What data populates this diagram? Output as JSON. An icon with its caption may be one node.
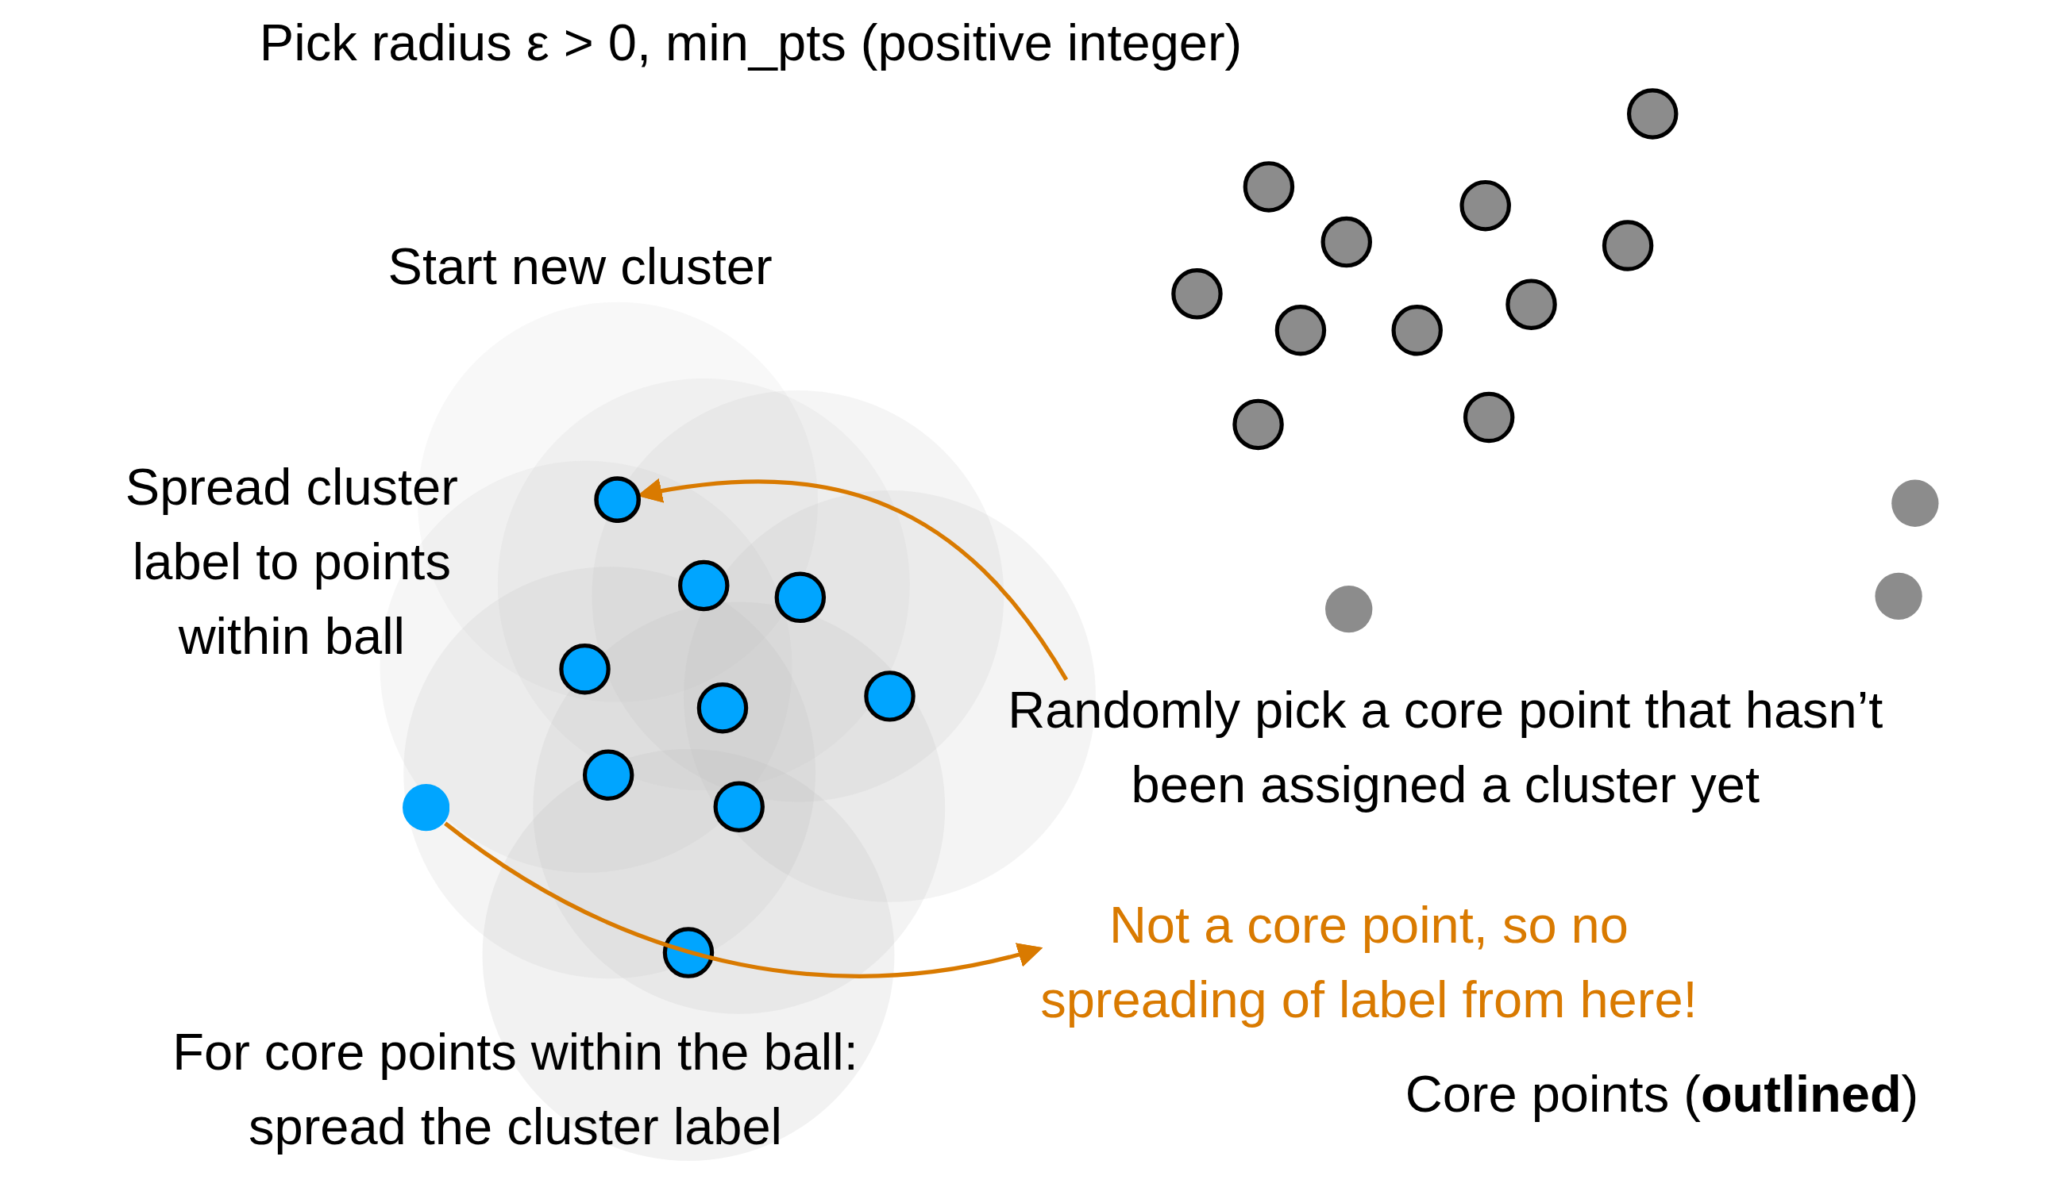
{
  "diagram": {
    "nodes": [
      {
        "text": [
          "Randomly pick a core point that hasn’t been assigned a cluster yet"
        ]
      },
      {
        "text": [],
        "shape": "circle"
      },
      {
        "text": [],
        "shape": "circle"
      },
      {
        "text": [
          "Not a core point, so no spreading of label from here!"
        ]
      }
    ],
    "edges": [
      {
        "from": 0,
        "to": 1,
        "arrow": "to"
      },
      {
        "from": 2,
        "to": 3,
        "arrow": "to"
      }
    ],
    "labels": [
      "Pick radius ε > 0, min_pts (positive integer)",
      "Start new cluster",
      "Spread cluster label to points within ball",
      "For core points within the ball: spread the cluster label",
      "Core points (**outlined**)"
    ]
  }
}
